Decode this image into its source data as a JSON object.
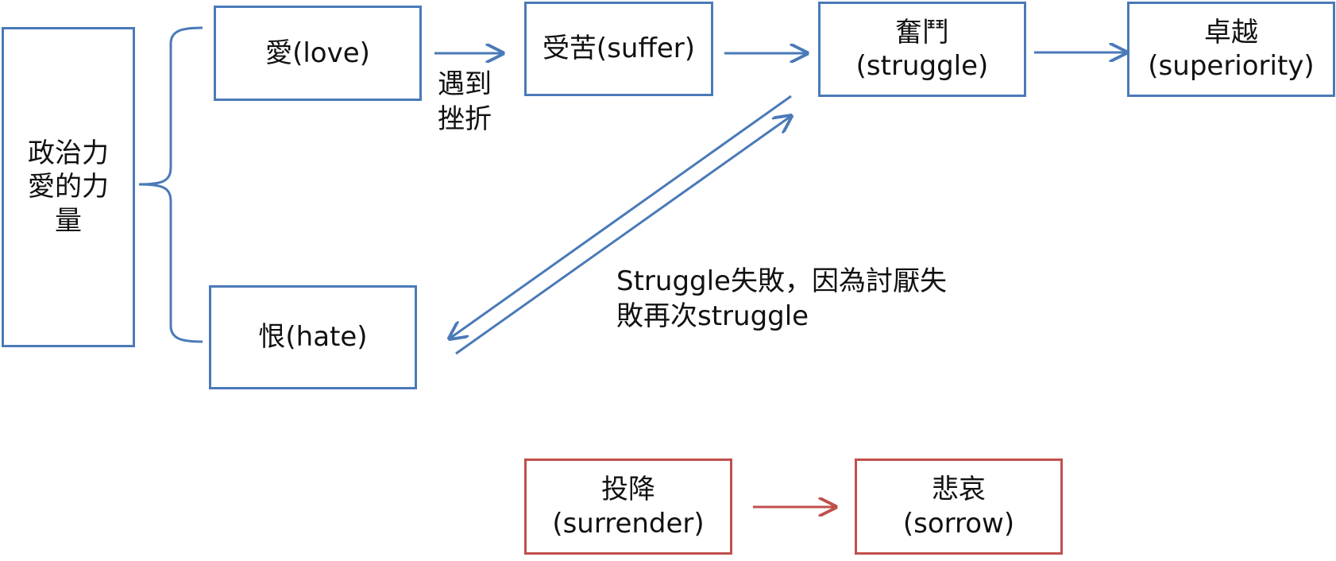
{
  "colors": {
    "blue": "#4a7ab8",
    "red": "#c0504d"
  },
  "nodes": {
    "political_power": [
      "政治力",
      "愛的力",
      "量"
    ],
    "love": [
      "愛(love)"
    ],
    "hate": [
      "恨(hate)"
    ],
    "suffer": [
      "受苦(suffer)"
    ],
    "struggle": [
      "奮鬥",
      "(struggle)"
    ],
    "superiority": [
      "卓越",
      "(superiority)"
    ],
    "surrender": [
      "投降",
      "(surrender)"
    ],
    "sorrow": [
      "悲哀",
      "(sorrow)"
    ]
  },
  "labels": {
    "frustration": [
      "遇到",
      "挫折"
    ],
    "struggle_fail": [
      "Struggle失敗，因為討厭失",
      "敗再次struggle"
    ]
  }
}
